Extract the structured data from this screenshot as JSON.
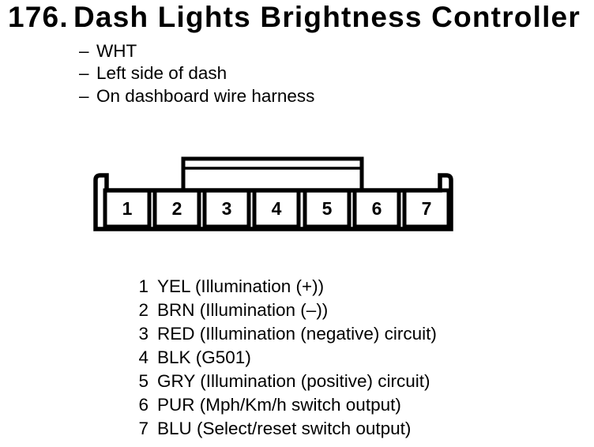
{
  "title": {
    "number": "176.",
    "text": "Dash Lights Brightness Controller"
  },
  "notes": {
    "bullet_char": "–",
    "items": [
      "WHT",
      "Left side of dash",
      "On dashboard wire harness"
    ]
  },
  "connector": {
    "pins": [
      "1",
      "2",
      "3",
      "4",
      "5",
      "6",
      "7"
    ]
  },
  "pin_list": {
    "rows": [
      {
        "pin": "1",
        "desc": "YEL (Illumination (+))"
      },
      {
        "pin": "2",
        "desc": "BRN (Illumination (–))"
      },
      {
        "pin": "3",
        "desc": "RED (Illumination (negative) circuit)"
      },
      {
        "pin": "4",
        "desc": "BLK (G501)"
      },
      {
        "pin": "5",
        "desc": "GRY (Illumination (positive) circuit)"
      },
      {
        "pin": "6",
        "desc": "PUR (Mph/Km/h switch output)"
      },
      {
        "pin": "7",
        "desc": "BLU (Select/reset switch output)"
      }
    ]
  },
  "colors": {
    "ink": "#000000",
    "paper": "#ffffff"
  }
}
